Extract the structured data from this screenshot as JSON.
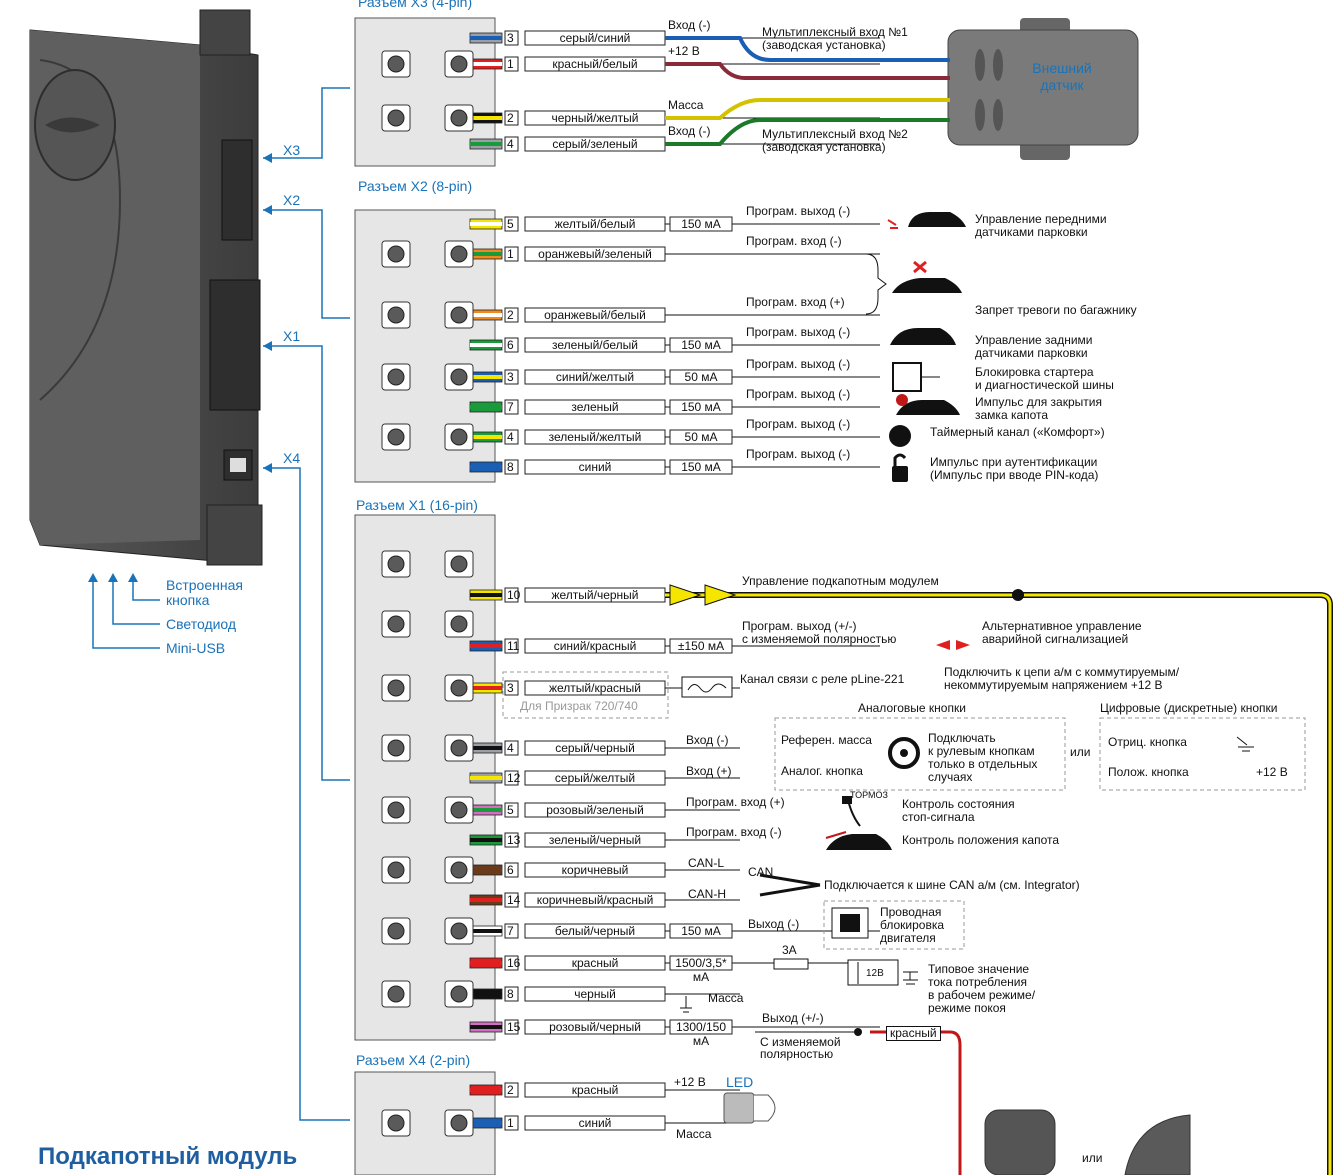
{
  "title": "Подкапотный модуль",
  "unit_labels": {
    "x3": "X3",
    "x2": "X2",
    "x1": "X1",
    "x4": "X4"
  },
  "unit_buttons": {
    "builtin": "Встроенная кнопка",
    "led": "Светодиод",
    "usb": "Mini-USB"
  },
  "connectors": {
    "x3": {
      "header": "Разъем X3 (4-pin)",
      "rows": [
        {
          "pin": "3",
          "wire": "серый/синий",
          "sig": "Вход (-)",
          "color": "#9aa0a6",
          "stripe": "#1a5fb4"
        },
        {
          "pin": "1",
          "wire": "красный/белый",
          "sig": "+12 В",
          "color": "#e02020",
          "stripe": "#ffffff"
        },
        {
          "pin": "2",
          "wire": "черный/желтый",
          "sig": "Масса",
          "color": "#111111",
          "stripe": "#f5e600"
        },
        {
          "pin": "4",
          "wire": "серый/зеленый",
          "sig": "Вход (-)",
          "color": "#9aa0a6",
          "stripe": "#1a9a3a"
        }
      ],
      "mux1": "Мультиплексный вход №1",
      "mux1b": "(заводская установка)",
      "mux2": "Мультиплексный вход №2",
      "mux2b": "(заводская установка)",
      "sensor": "Внешний датчик"
    },
    "x2": {
      "header": "Разъем X2 (8-pin)",
      "rows": [
        {
          "pin": "5",
          "wire": "желтый/белый",
          "cur": "150 мА",
          "sig": "Програм. выход (-)",
          "desc": "Управление передними",
          "desc2": "датчиками парковки",
          "color": "#f5e600",
          "stripe": "#ffffff"
        },
        {
          "pin": "1",
          "wire": "оранжевый/зеленый",
          "cur": "",
          "sig": "Програм. вход (-)",
          "desc": "",
          "desc2": "",
          "color": "#f08a1c",
          "stripe": "#1a9a3a"
        },
        {
          "pin": "2",
          "wire": "оранжевый/белый",
          "cur": "",
          "sig": "Програм. вход (+)",
          "desc": "Запрет тревоги по багажнику",
          "desc2": "",
          "color": "#f08a1c",
          "stripe": "#ffffff"
        },
        {
          "pin": "6",
          "wire": "зеленый/белый",
          "cur": "150 мА",
          "sig": "Програм. выход (-)",
          "desc": "Управление задними",
          "desc2": "датчиками парковки",
          "color": "#1a9a3a",
          "stripe": "#ffffff"
        },
        {
          "pin": "3",
          "wire": "синий/желтый",
          "cur": "50 мА",
          "sig": "Програм. выход (-)",
          "desc": "Блокировка стартера",
          "desc2": "и диагностической шины",
          "color": "#1a5fb4",
          "stripe": "#f5e600"
        },
        {
          "pin": "7",
          "wire": "зеленый",
          "cur": "150 мА",
          "sig": "Програм. выход (-)",
          "desc": "Импульс для закрытия",
          "desc2": "замка капота",
          "color": "#1a9a3a",
          "stripe": "#1a9a3a"
        },
        {
          "pin": "4",
          "wire": "зеленый/желтый",
          "cur": "50 мА",
          "sig": "Програм. выход (-)",
          "desc": "Таймерный канал («Комфорт»)",
          "desc2": "",
          "color": "#1a9a3a",
          "stripe": "#f5e600"
        },
        {
          "pin": "8",
          "wire": "синий",
          "cur": "150 мА",
          "sig": "Програм. выход (-)",
          "desc": "Импульс при аутентификации",
          "desc2": "(Импульс при вводе PIN-кода)",
          "color": "#1a5fb4",
          "stripe": "#1a5fb4"
        }
      ]
    },
    "x1": {
      "header": "Разъем X1 (16-pin)",
      "rows": [
        {
          "pin": "10",
          "wire": "желтый/черный",
          "cur": "",
          "color": "#f5e600",
          "stripe": "#111111"
        },
        {
          "pin": "11",
          "wire": "синий/красный",
          "cur": "±150 мА",
          "color": "#1a5fb4",
          "stripe": "#e02020"
        },
        {
          "pin": "3",
          "wire": "желтый/красный",
          "cur": "",
          "color": "#f5e600",
          "stripe": "#e02020"
        },
        {
          "pin": "4",
          "wire": "серый/черный",
          "cur": "",
          "color": "#9aa0a6",
          "stripe": "#111111"
        },
        {
          "pin": "12",
          "wire": "серый/желтый",
          "cur": "",
          "color": "#9aa0a6",
          "stripe": "#f5e600"
        },
        {
          "pin": "5",
          "wire": "розовый/зеленый",
          "cur": "",
          "color": "#d36fc0",
          "stripe": "#1a9a3a"
        },
        {
          "pin": "13",
          "wire": "зеленый/черный",
          "cur": "",
          "color": "#1a9a3a",
          "stripe": "#111111"
        },
        {
          "pin": "6",
          "wire": "коричневый",
          "cur": "",
          "color": "#6b3a1a",
          "stripe": "#6b3a1a"
        },
        {
          "pin": "14",
          "wire": "коричневый/красный",
          "cur": "",
          "color": "#6b3a1a",
          "stripe": "#e02020"
        },
        {
          "pin": "7",
          "wire": "белый/черный",
          "cur": "150 мА",
          "color": "#ffffff",
          "stripe": "#111111"
        },
        {
          "pin": "16",
          "wire": "красный",
          "cur": "1500/3,5* мА",
          "color": "#e02020",
          "stripe": "#e02020"
        },
        {
          "pin": "8",
          "wire": "черный",
          "cur": "",
          "color": "#111111",
          "stripe": "#111111"
        },
        {
          "pin": "15",
          "wire": "розовый/черный",
          "cur": "1300/150 мА",
          "color": "#d36fc0",
          "stripe": "#111111"
        }
      ],
      "t_hood": "Управление подкапотным модулем",
      "t_out_pm": "Програм. выход (+/-)",
      "t_out_pm2": "с изменяемой полярностью",
      "t_alt": "Альтернативное управление",
      "t_alt2": "аварийной сигнализацией",
      "t_plin": "Канал связи с реле pLine-221",
      "t_plin_c1": "Подключить к цепи а/м с коммутируемым/",
      "t_plin_c2": "некоммутируемым напряжением +12 В",
      "t_prizrak": "Для Призрак 720/740",
      "t_analog_h": "Аналоговые кнопки",
      "t_digital_h": "Цифровые (дискретные) кнопки",
      "t_in_minus": "Вход (-)",
      "t_in_plus": "Вход (+)",
      "t_ref": "Референ. масса",
      "t_an_btn": "Аналог. кнопка",
      "t_steer1": "Подключать",
      "t_steer2": "к рулевым кнопкам",
      "t_steer3": "только в отдельных",
      "t_steer4": "случаях",
      "t_or": "или",
      "t_neg_btn": "Отриц. кнопка",
      "t_pos_btn": "Полож. кнопка",
      "t_p12": "+12 В",
      "t_prog_in_plus": "Програм. вход (+)",
      "t_prog_in_minus": "Програм. вход (-)",
      "t_brake": "ТОРМОЗ",
      "t_stop1": "Контроль состояния",
      "t_stop2": "стоп-сигнала",
      "t_hood_ctrl": "Контроль положения капота",
      "t_canl": "CAN-L",
      "t_canh": "CAN-H",
      "t_can": "CAN",
      "t_can_desc": "Подключается к шине CAN а/м (см. Integrator)",
      "t_out_minus": "Выход (-)",
      "t_imm1": "Проводная",
      "t_imm2": "блокировка",
      "t_imm3": "двигателя",
      "t_3a": "3А",
      "t_12b": "12В",
      "t_typ1": "Типовое значение",
      "t_typ2": "тока потребления",
      "t_typ3": "в рабочем режиме/",
      "t_typ4": "режиме покоя",
      "t_gnd": "Масса",
      "t_out_pm_b": "Выход (+/-)",
      "t_var1": "С изменяемой",
      "t_var2": "полярностью",
      "t_red": "красный"
    },
    "x4": {
      "header": "Разъем X4 (2-pin)",
      "rows": [
        {
          "pin": "2",
          "wire": "красный",
          "color": "#e02020",
          "stripe": "#e02020"
        },
        {
          "pin": "1",
          "wire": "синий",
          "color": "#1a5fb4",
          "stripe": "#1a5fb4"
        }
      ],
      "p12": "+12 В",
      "gnd": "Масса",
      "led": "LED",
      "or": "или"
    }
  }
}
